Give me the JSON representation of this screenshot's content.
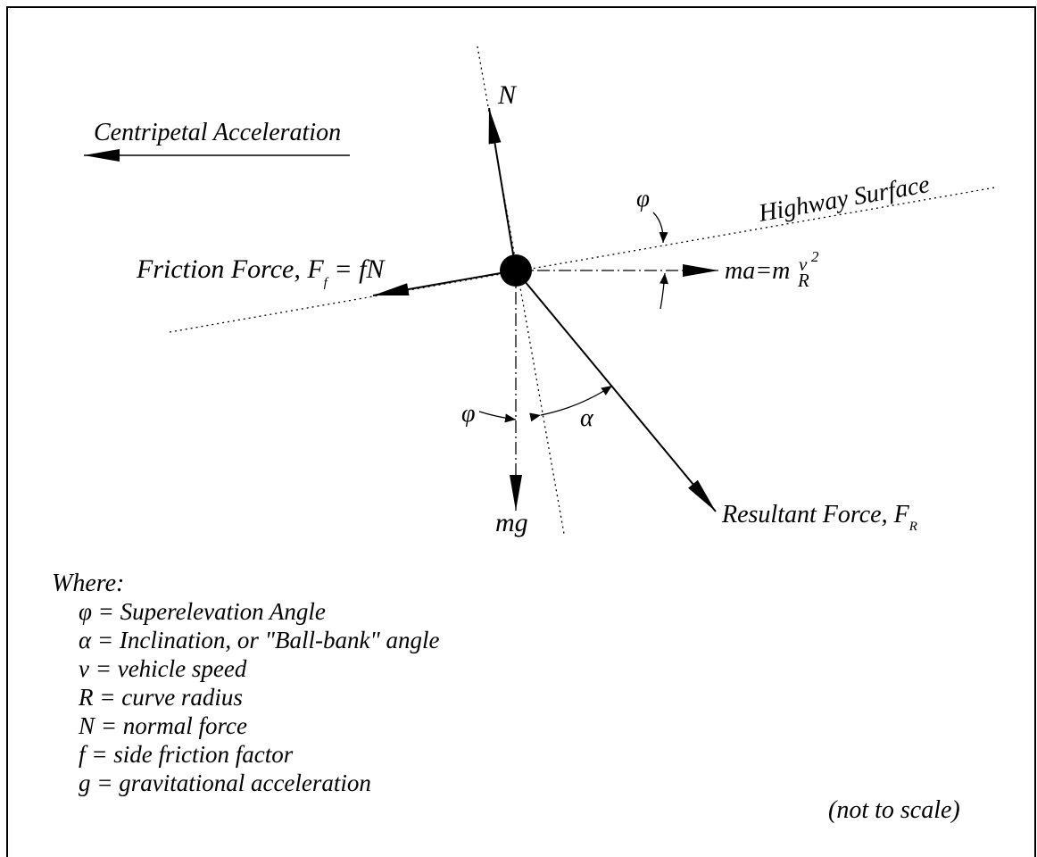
{
  "diagram": {
    "labels": {
      "centripetal": "Centripetal Acceleration",
      "normal": "N",
      "highway": "Highway Surface",
      "phi_top": "φ",
      "friction_main": "Friction Force, F",
      "friction_sub": "f",
      "friction_tail": " = fN",
      "ma_main": "ma=m",
      "ma_v": "v",
      "ma_exp": "2",
      "ma_R": "R",
      "phi_bottom": "φ",
      "alpha": "α",
      "mg": "mg",
      "resultant_main": "Resultant Force, F",
      "resultant_sub": "R",
      "not_to_scale": "(not to scale)"
    },
    "legend": {
      "title": "Where:",
      "items": [
        "φ = Superelevation Angle",
        "α = Inclination, or \"Ball-bank\" angle",
        "v = vehicle speed",
        "R = curve radius",
        "N = normal force",
        "f = side friction factor",
        "g = gravitational acceleration"
      ]
    }
  }
}
